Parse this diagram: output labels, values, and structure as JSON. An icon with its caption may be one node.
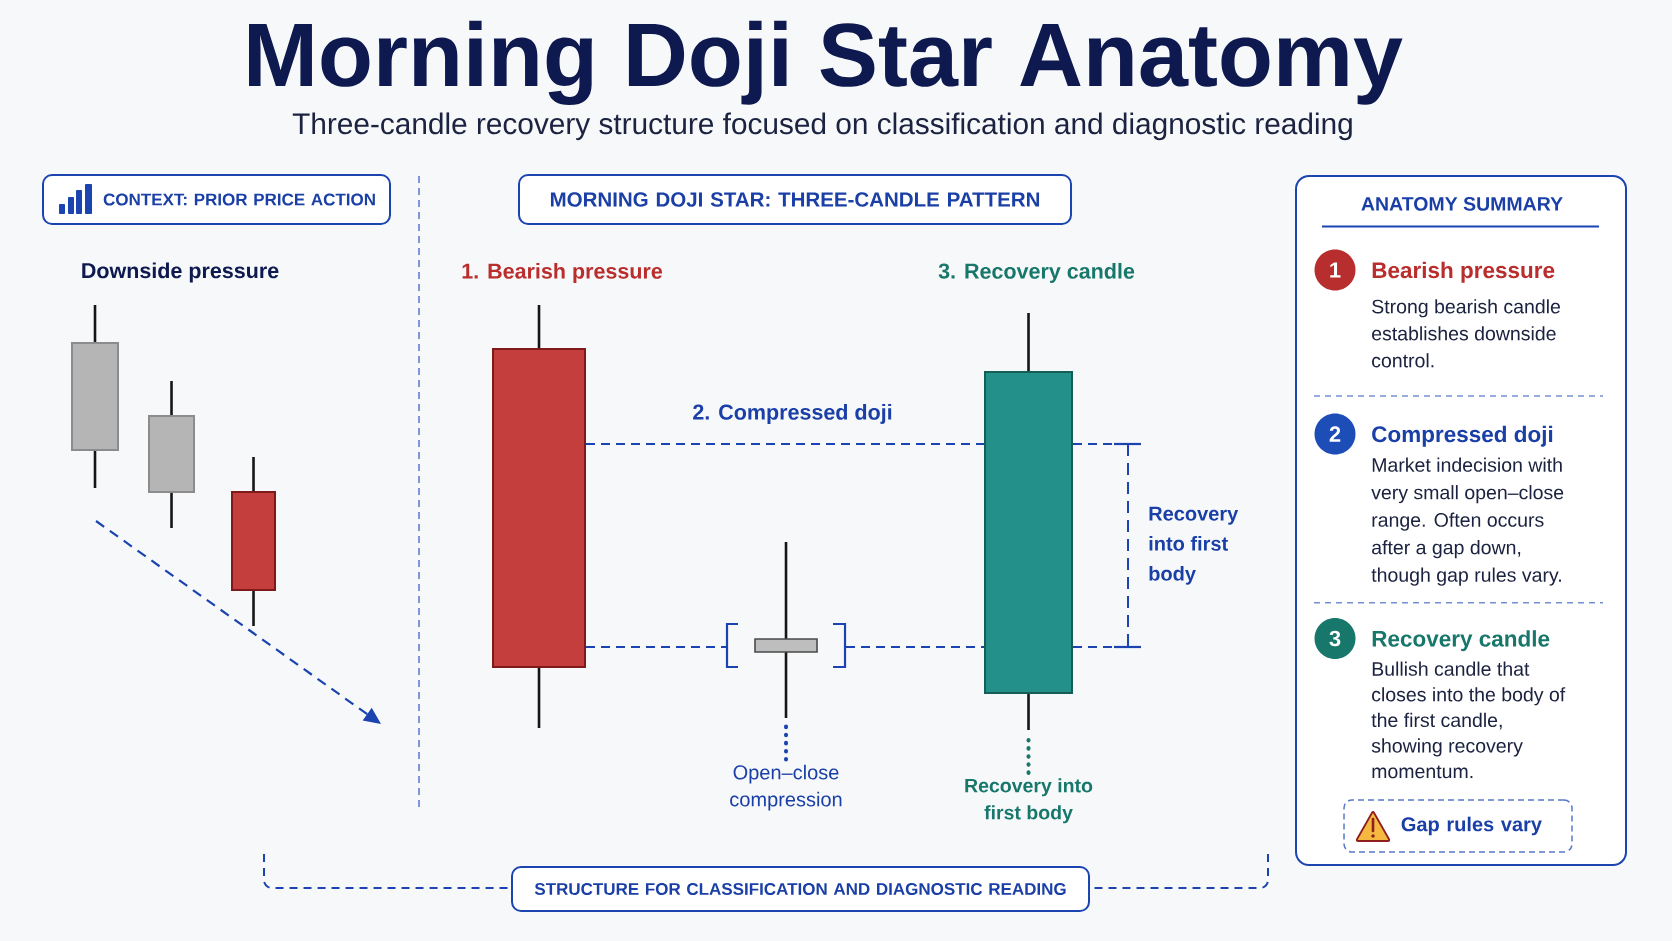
{
  "diagram": {
    "title": "Morning Doji Star Anatomy",
    "nodes": [
      {
        "text": [
          "CONTEXT: PRIOR PRICE ACTION"
        ]
      },
      {
        "text": [
          "MORNING DOJI STAR: THREE-CANDLE PATTERN"
        ]
      },
      {
        "text": [
          "ANATOMY SUMMARY"
        ]
      },
      {
        "text": [
          "1"
        ],
        "in": 2,
        "beside": [
          "Bearish pressure",
          "Strong bearish candle establishes downside control."
        ]
      },
      {
        "text": [
          "2"
        ],
        "in": 2,
        "beside": [
          "Compressed doji",
          "Market indecision with very small open–close range. Often occurs after a gap down, though gap rules vary."
        ]
      },
      {
        "text": [
          "3"
        ],
        "in": 2,
        "beside": [
          "Recovery candle",
          "Bullish candle that closes into the body of the first candle, showing recovery momentum."
        ]
      },
      {
        "text": [
          "Gap rules vary"
        ],
        "in": 2
      },
      {
        "text": [],
        "shape": "bar"
      },
      {
        "text": [
          "Open–close compression"
        ]
      },
      {
        "text": [],
        "shape": "bar"
      },
      {
        "text": [
          "Recovery into first body"
        ]
      },
      {
        "text": [
          "STRUCTURE FOR CLASSIFICATION AND DIAGNOSTIC READING"
        ]
      }
    ],
    "edges": [
      {
        "from": 8,
        "to": 7,
        "arrow": "none",
        "color": "#1b44b0"
      },
      {
        "from": 10,
        "to": 9,
        "arrow": "none",
        "color": "#17776b"
      }
    ],
    "labels": [
      "Three-candle recovery structure focused on classification and diagnostic reading",
      "Downside pressure",
      "1. Bearish pressure",
      "3. Recovery candle",
      "2. Compressed doji",
      "Recovery into first body"
    ]
  }
}
